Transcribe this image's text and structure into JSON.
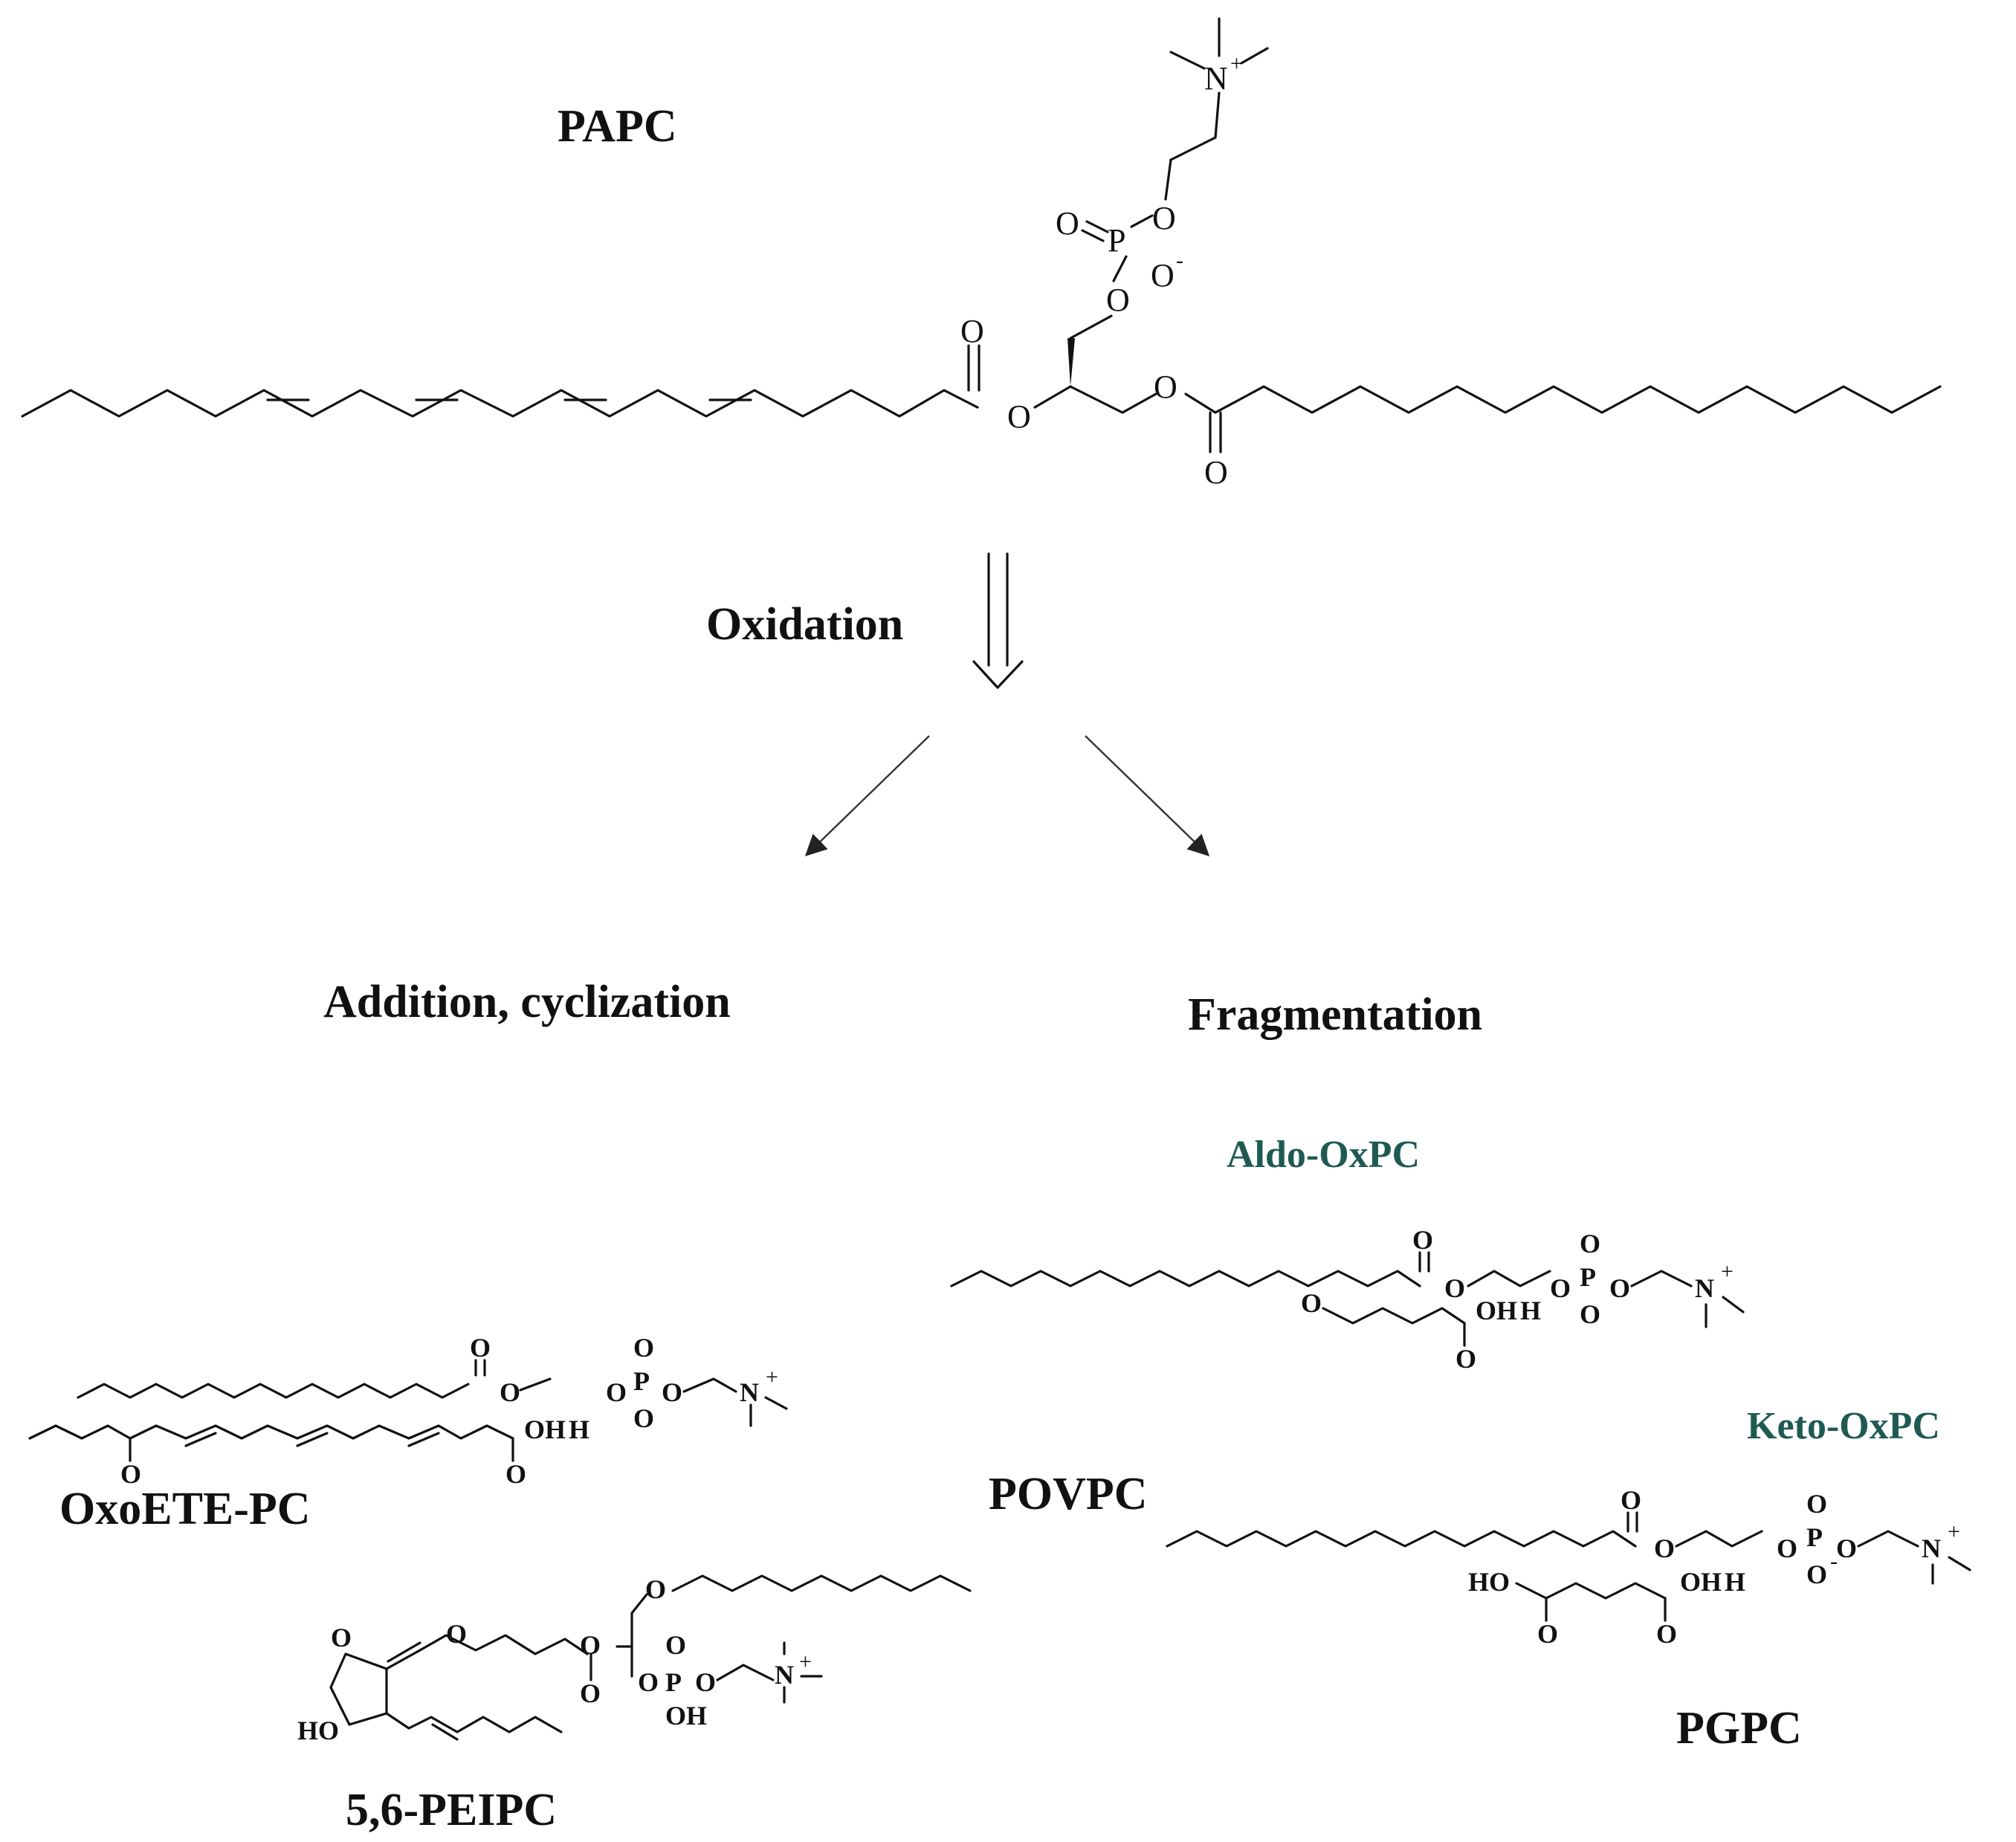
{
  "title": "PAPC",
  "step": "Oxidation",
  "branches": {
    "left": "Addition,  cyclization",
    "right": "Fragmentation"
  },
  "subclasses": {
    "aldo": "Aldo-OxPC",
    "keto": "Keto-OxPC",
    "color": "#1e5a52"
  },
  "compounds": {
    "oxoete": "OxoETE-PC",
    "peipc": "5,6-PEIPC",
    "povpc": "POVPC",
    "pgpc": "PGPC"
  },
  "atoms": {
    "O": "O",
    "P": "P",
    "N": "N",
    "OH": "OH",
    "HO": "HO",
    "H": "H",
    "plus": "+",
    "minus": "-"
  }
}
